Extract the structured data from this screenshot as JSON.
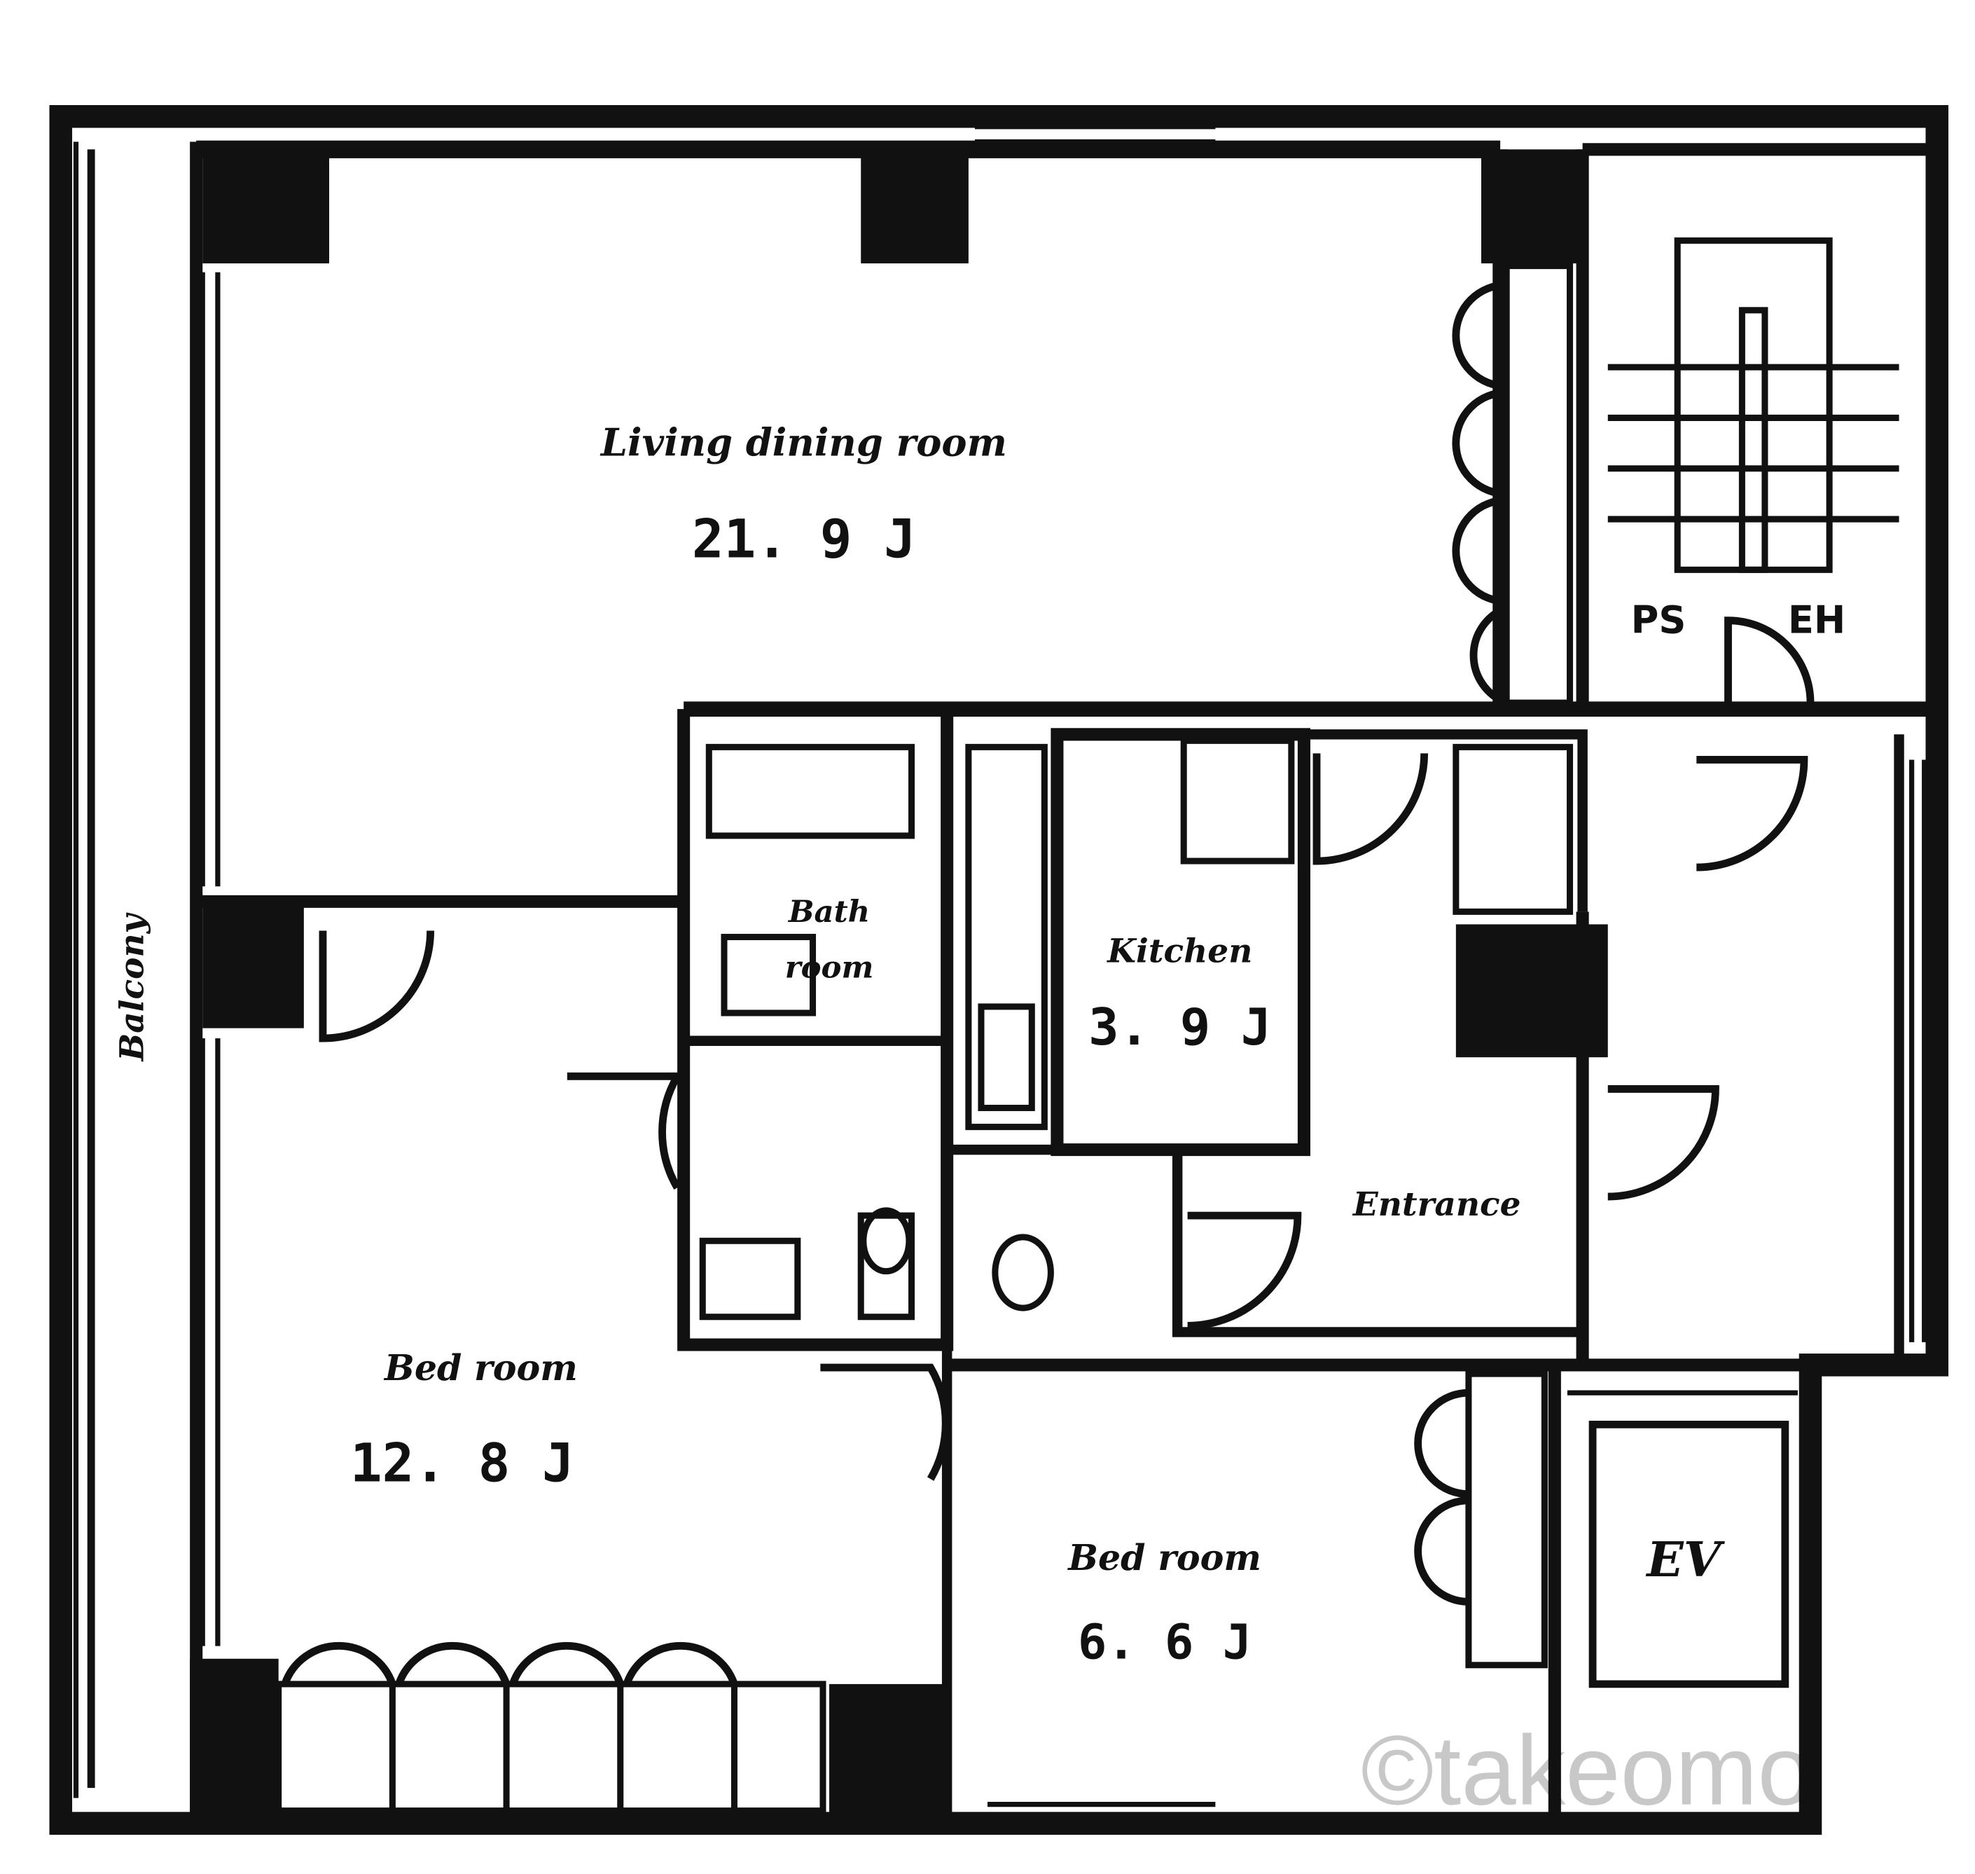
{
  "colors": {
    "line": "#111111",
    "paper": "#ffffff",
    "watermark": "#c8c8c8"
  },
  "rooms": {
    "living": {
      "name": "Living dining room",
      "area": "21. 9 J"
    },
    "bath": {
      "name": "Bath",
      "sub": "room"
    },
    "kitchen": {
      "name": "Kitchen",
      "area": "3. 9 J"
    },
    "entrance": {
      "name": "Entrance"
    },
    "bedroom_main": {
      "name": "Bed room",
      "area": "12. 8 J"
    },
    "bedroom_small": {
      "name": "Bed room",
      "area": "6. 6 J"
    },
    "balcony": {
      "name": "Balcony"
    },
    "ps": {
      "name": "PS"
    },
    "ev_hall": {
      "name": "EH"
    },
    "elevator": {
      "name": "EV"
    }
  },
  "watermark": "©takeomo"
}
